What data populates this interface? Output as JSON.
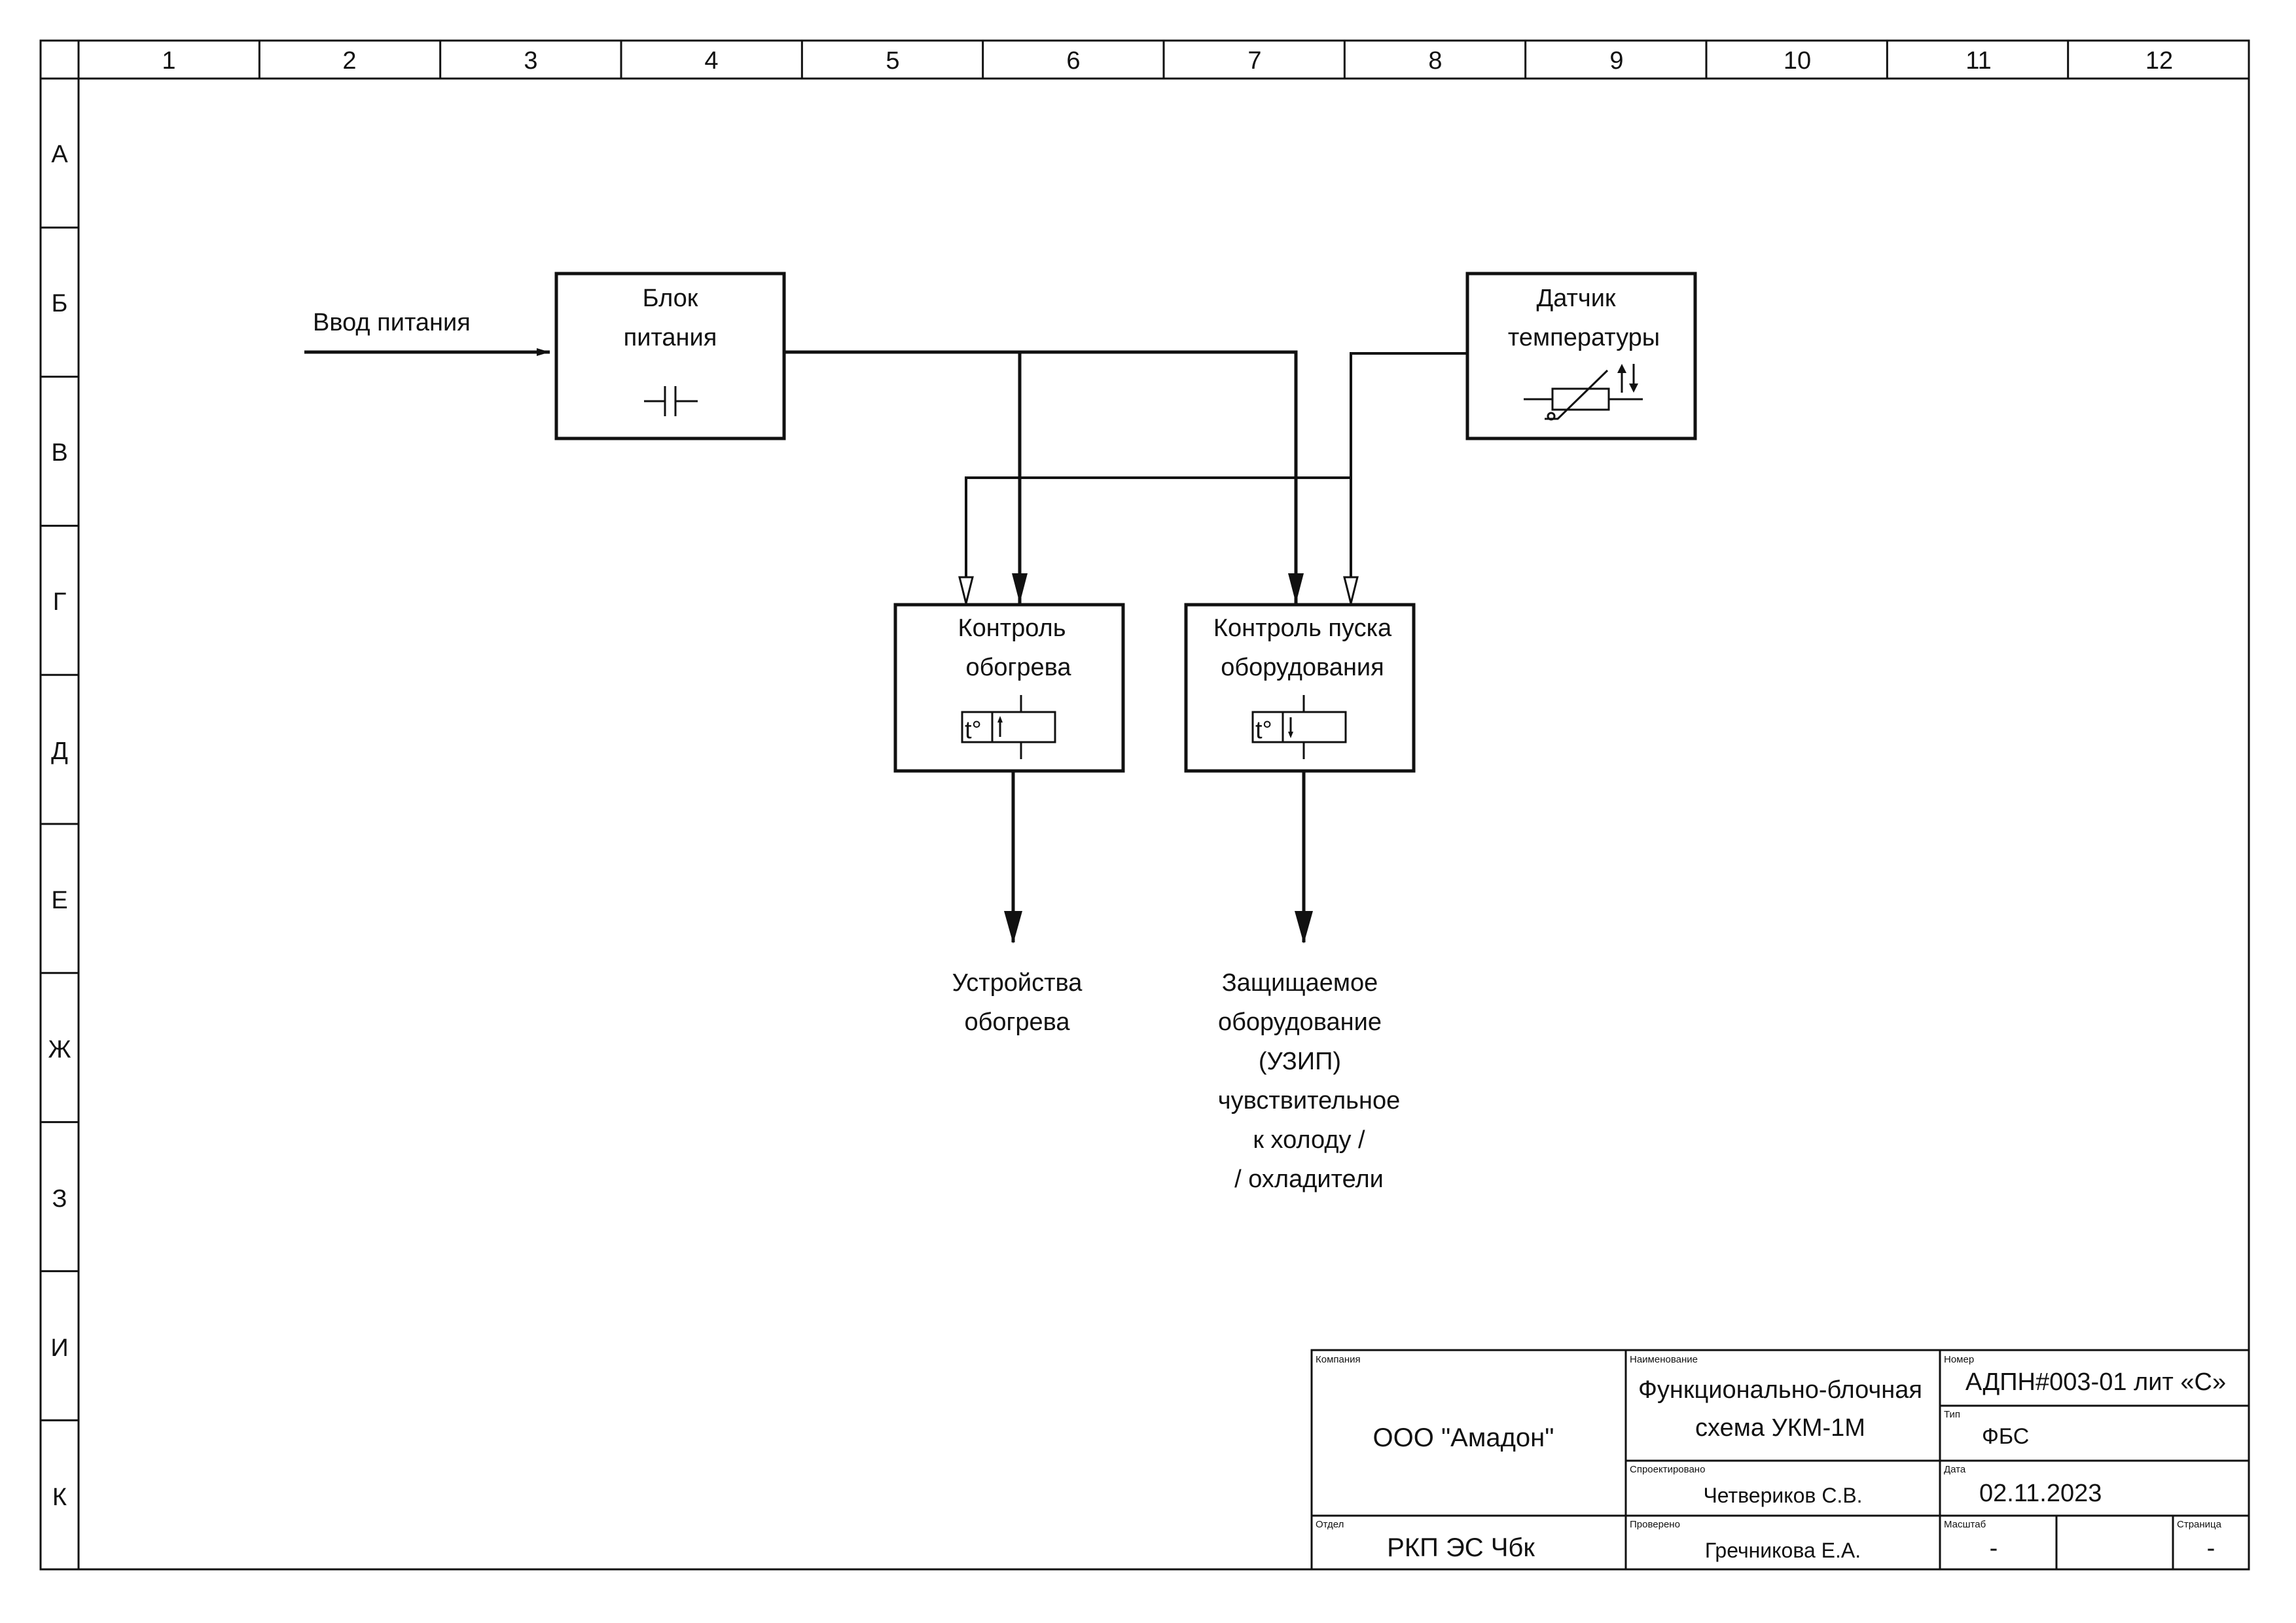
{
  "frame": {
    "columns": [
      "1",
      "2",
      "3",
      "4",
      "5",
      "6",
      "7",
      "8",
      "9",
      "10",
      "11",
      "12"
    ],
    "rows": [
      "А",
      "Б",
      "В",
      "Г",
      "Д",
      "Е",
      "Ж",
      "З",
      "И",
      "К"
    ]
  },
  "labels": {
    "power_input": "Ввод питания",
    "heating_devices": [
      "Устройства",
      "обогрева"
    ],
    "protected_equipment": [
      "Защищаемое",
      "оборудование",
      "(УЗИП)",
      "чувствительное",
      "к холоду /",
      "/ охладители"
    ]
  },
  "blocks": {
    "power_supply": [
      "Блок",
      "питания"
    ],
    "temp_sensor": [
      "Датчик",
      "температуры"
    ],
    "heating_control": [
      "Контроль",
      "обогрева"
    ],
    "start_control": [
      "Контроль пуска",
      "оборудования"
    ]
  },
  "symbols": {
    "heating_control": "t°",
    "start_control": "t°"
  },
  "title_block": {
    "company_caption": "Компания",
    "company": "ООО \"Амадон\"",
    "dept_caption": "Отдел",
    "dept": "РКП ЭС Чбк",
    "name_caption": "Наименование",
    "name": [
      "Функционально-блочная",
      "схема УКМ-1М"
    ],
    "designed_caption": "Спроектировано",
    "designed": "Четвериков С.В.",
    "checked_caption": "Проверено",
    "checked": "Гречникова Е.А.",
    "number_caption": "Номер",
    "number": "АДПН#003-01 лит «С»",
    "type_caption": "Тип",
    "type": "ФБС",
    "date_caption": "Дата",
    "date": "02.11.2023",
    "scale_caption": "Масштаб",
    "scale": "-",
    "page_caption": "Страница",
    "page": "-"
  }
}
